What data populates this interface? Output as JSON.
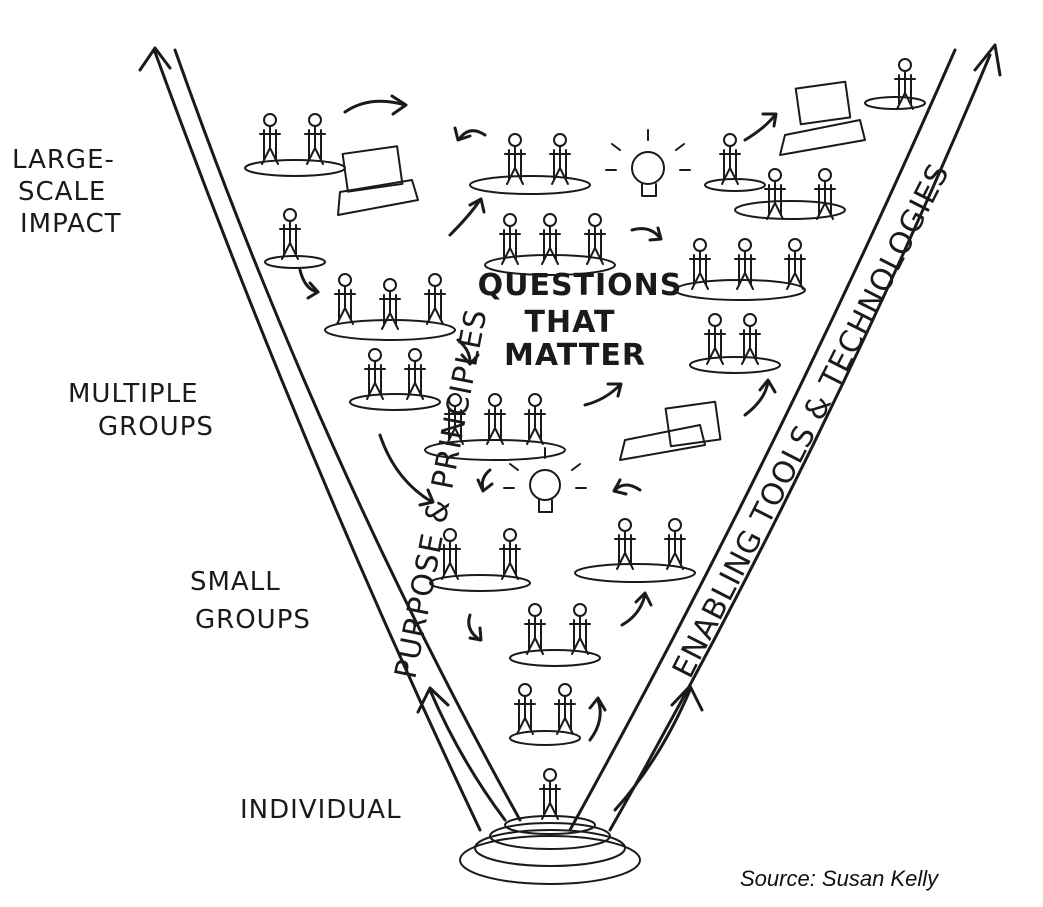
{
  "levels": {
    "large_scale_line1": "LARGE-",
    "large_scale_line2": "SCALE",
    "large_scale_line3": "IMPACT",
    "multiple_line1": "MULTIPLE",
    "multiple_line2": "GROUPS",
    "small_line1": "SMALL",
    "small_line2": "GROUPS",
    "individual": "INDIVIDUAL"
  },
  "center": {
    "line1": "QUESTIONS",
    "line2": "THAT",
    "line3": "MATTER"
  },
  "left_axis": "PURPOSE & PRINCIPLES",
  "right_axis": "ENABLING TOOLS & TECHNOLOGIES",
  "source": "Source: Susan Kelly"
}
